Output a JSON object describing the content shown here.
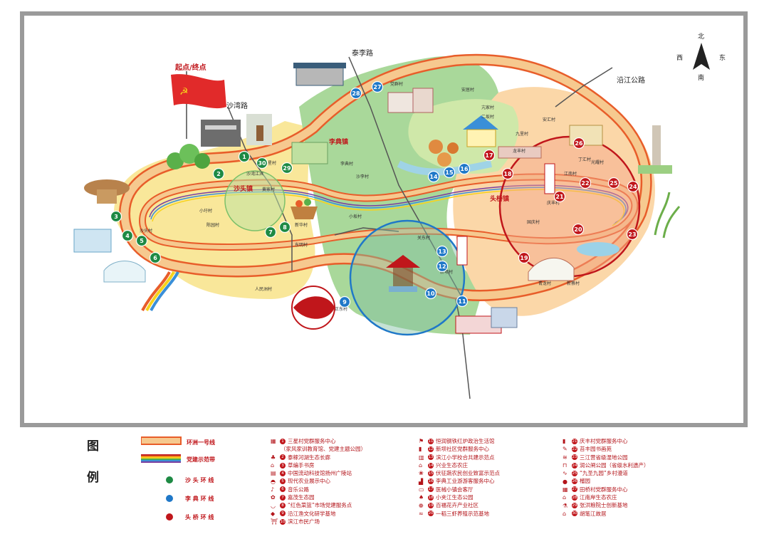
{
  "map": {
    "start_end_label": "起点/终点",
    "compass": {
      "north": "北",
      "south": "南",
      "west": "西",
      "east": "东"
    },
    "roads": [
      {
        "id": "shawan",
        "label": "沙湾路"
      },
      {
        "id": "taili",
        "label": "泰李路"
      },
      {
        "id": "yanjiang",
        "label": "沿江公路"
      }
    ],
    "towns": [
      {
        "id": "shatou",
        "label": "沙头镇"
      },
      {
        "id": "lidian",
        "label": "李典镇"
      },
      {
        "id": "touqiao",
        "label": "头桥镇"
      }
    ],
    "villages": [
      "三星村",
      "沙湾江滨",
      "黄家村",
      "小圩村",
      "陈园村",
      "沙头村",
      "新华村",
      "东明村",
      "人民洲村",
      "党群村",
      "安居村",
      "亢家村",
      "李典村",
      "沙李村",
      "小坂村",
      "二坂村",
      "九里村",
      "安汇村",
      "关东村",
      "新坝村",
      "龙丰村",
      "江南村",
      "国庆村",
      "庆丰村",
      "丁汇村",
      "青龙村",
      "新蔡村",
      "光耀村",
      "正东村"
    ],
    "route_colors": {
      "ring_outer": "#e85d2a",
      "ring_inner": "#f6c98f",
      "party_band": [
        "#c0161b",
        "#f08a1d",
        "#f7d21b",
        "#4caf50",
        "#3a8fd8",
        "#7b3fa0"
      ],
      "green": "#1e8a44",
      "blue": "#1f78c8",
      "red": "#c0161b"
    },
    "green_stops": [
      "1",
      "2",
      "3",
      "4",
      "5",
      "6",
      "7",
      "8",
      "29",
      "30"
    ],
    "blue_stops": [
      "9",
      "10",
      "11",
      "12",
      "13",
      "14",
      "15",
      "16",
      "27",
      "28"
    ],
    "red_stops": [
      "17",
      "18",
      "19",
      "20",
      "21",
      "22",
      "23",
      "24",
      "25",
      "26"
    ]
  },
  "legend": {
    "title_chars": [
      "图",
      "例"
    ],
    "lines": [
      {
        "label": "环洲一号线"
      },
      {
        "label": "党建示范带"
      }
    ],
    "dots": [
      {
        "label": "沙 头 环 线",
        "color": "#1e8a44"
      },
      {
        "label": "李 典 环 线",
        "color": "#1f78c8"
      },
      {
        "label": "头 桥 环 线",
        "color": "#c0161b"
      }
    ],
    "columns": [
      [
        {
          "num": "1",
          "text": "三星村党群服务中心",
          "icon": "building-icon"
        },
        {
          "num": "",
          "text": "（家风家训教育馆、党建主题公园）",
          "icon": ""
        },
        {
          "num": "2",
          "text": "泰稼河湖生态长廊",
          "icon": "tree-icon"
        },
        {
          "num": "3",
          "text": "草编手书房",
          "icon": "hut-icon"
        },
        {
          "num": "4",
          "text": "中国流动科技馆扬州广陵站",
          "icon": "museum-icon"
        },
        {
          "num": "5",
          "text": "现代农业展示中心",
          "icon": "greenhouse-icon"
        },
        {
          "num": "6",
          "text": "音乐公路",
          "icon": "music-icon"
        },
        {
          "num": "7",
          "text": "嘉茂生态园",
          "icon": "garden-icon"
        },
        {
          "num": "8",
          "text": "“红色菜篮”市场党建服务点",
          "icon": "basket-icon"
        },
        {
          "num": "9",
          "text": "沿江渔文化研学基地",
          "icon": "fish-icon"
        },
        {
          "num": "10",
          "text": "滨江市民广场",
          "icon": "pavilion-icon"
        }
      ],
      [
        {
          "num": "11",
          "text": "恒润钢铁红炉政治生活馆",
          "icon": "flag-icon"
        },
        {
          "num": "12",
          "text": "新坝社区党群服务中心",
          "icon": "banner-icon"
        },
        {
          "num": "13",
          "text": "滨江小学校合共建示范点",
          "icon": "school-icon"
        },
        {
          "num": "14",
          "text": "兴业生态农庄",
          "icon": "farm-icon"
        },
        {
          "num": "15",
          "text": "伏征蔬农民创业致富示范点",
          "icon": "vegetable-icon"
        },
        {
          "num": "16",
          "text": "李典工业游游客服务中心",
          "icon": "factory-icon"
        },
        {
          "num": "17",
          "text": "医械小镇会客厅",
          "icon": "hall-icon"
        },
        {
          "num": "18",
          "text": "小夹江生态公园",
          "icon": "park-icon"
        },
        {
          "num": "19",
          "text": "百福花卉产业社区",
          "icon": "flower-icon"
        },
        {
          "num": "20",
          "text": "一稻三虾养殖示范基地",
          "icon": "shrimp-icon"
        }
      ],
      [
        {
          "num": "21",
          "text": "庆丰村党群服务中心",
          "icon": "banner-icon"
        },
        {
          "num": "22",
          "text": "苔丰园书画苑",
          "icon": "art-icon"
        },
        {
          "num": "23",
          "text": "三江营省级湿地公园",
          "icon": "wetland-icon"
        },
        {
          "num": "24",
          "text": "润公闸公园（省级水利遗产）",
          "icon": "gate-icon"
        },
        {
          "num": "25",
          "text": "“九圣九园”乡村漫道",
          "icon": "path-icon"
        },
        {
          "num": "26",
          "text": "榴园",
          "icon": "pomegranate-icon"
        },
        {
          "num": "27",
          "text": "田桥村党群服务中心",
          "icon": "building-icon"
        },
        {
          "num": "28",
          "text": "江南岸生态农庄",
          "icon": "farm-icon"
        },
        {
          "num": "29",
          "text": "张洪粮院士创新基地",
          "icon": "lab-icon"
        },
        {
          "num": "30",
          "text": "胡笔江故居",
          "icon": "house-icon"
        }
      ]
    ]
  }
}
